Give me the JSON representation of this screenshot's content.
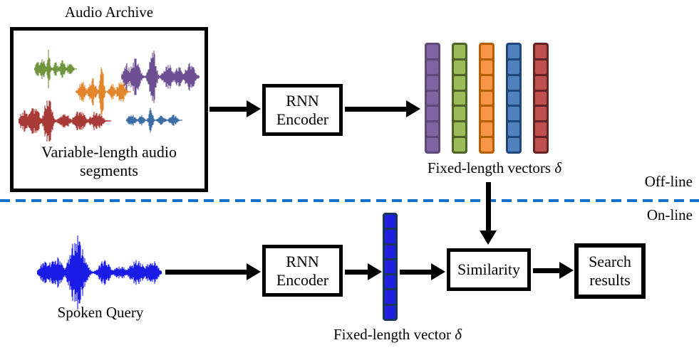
{
  "labels": {
    "audio_archive_title": "Audio Archive",
    "archive_caption_line1": "Variable-length audio",
    "archive_caption_line2": "segments",
    "fixed_vectors_text": "Fixed-length vectors",
    "fixed_vector_text": "Fixed-length vector",
    "delta_symbol": "δ",
    "spoken_query": "Spoken Query",
    "offline": "Off-line",
    "online": "On-line"
  },
  "boxes": {
    "rnn_encoder_offline": {
      "line1": "RNN",
      "line2": "Encoder"
    },
    "rnn_encoder_online": {
      "line1": "RNN",
      "line2": "Encoder"
    },
    "similarity": {
      "label": "Similarity"
    },
    "search_results": {
      "line1": "Search",
      "line2": "results"
    }
  },
  "waveforms": {
    "green": {
      "color": "#71953C"
    },
    "orange": {
      "color": "#E2862B"
    },
    "purple": {
      "color": "#6C4F92"
    },
    "red": {
      "color": "#A83A38"
    },
    "blue": {
      "color": "#3A6EA5"
    },
    "query": {
      "color": "#1B1BE6"
    }
  },
  "vector_bars": {
    "segments": 7,
    "bars": [
      {
        "name": "purple",
        "fill": "#8064A2",
        "border": "#5F497A"
      },
      {
        "name": "green",
        "fill": "#9BBB59",
        "border": "#4F6228"
      },
      {
        "name": "orange",
        "fill": "#F79646",
        "border": "#B45F06"
      },
      {
        "name": "blue",
        "fill": "#4F81BD",
        "border": "#1F497D"
      },
      {
        "name": "red",
        "fill": "#C0504D",
        "border": "#632423"
      }
    ],
    "query_bar": {
      "fill": "#1F1FE0",
      "border": "#17375D"
    }
  },
  "divider": {
    "color": "#1170C8"
  }
}
